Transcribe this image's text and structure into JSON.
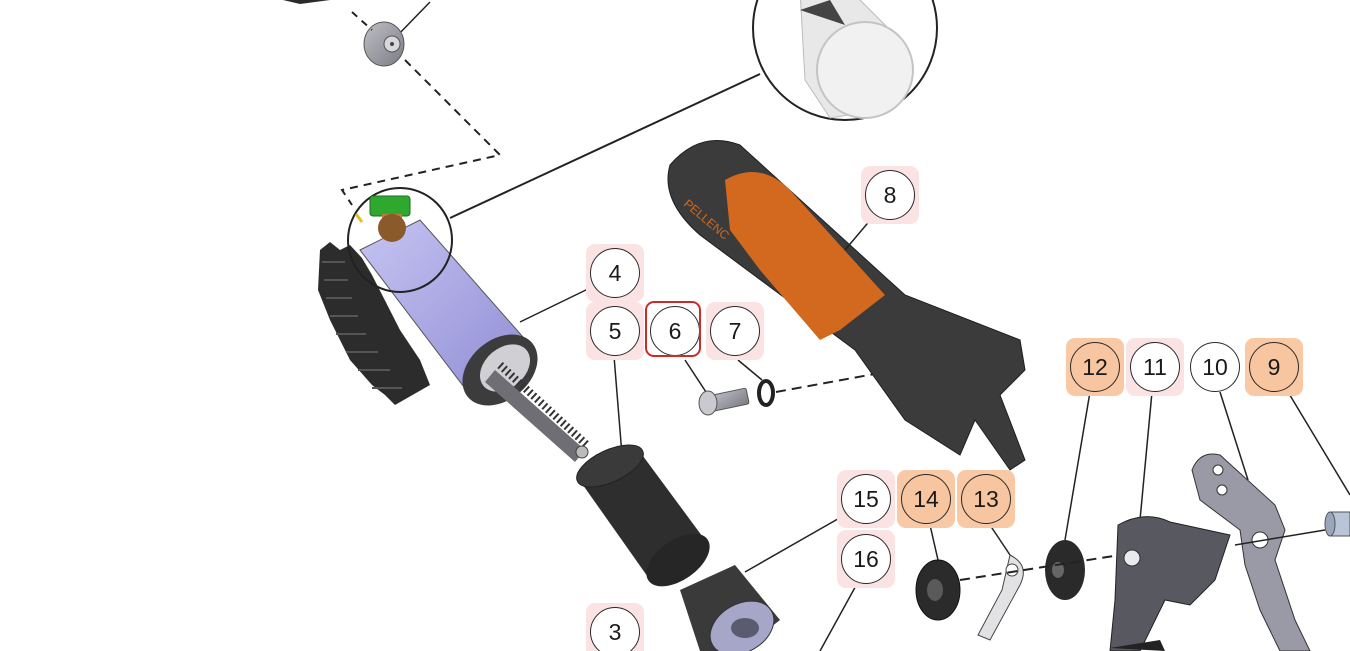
{
  "diagram": {
    "labels": [
      {
        "id": "callout-3",
        "text": "3",
        "style": "pink"
      },
      {
        "id": "callout-4",
        "text": "4",
        "style": "pink"
      },
      {
        "id": "callout-5",
        "text": "5",
        "style": "pink"
      },
      {
        "id": "callout-6",
        "text": "6",
        "style": "plain",
        "selected": true
      },
      {
        "id": "callout-7",
        "text": "7",
        "style": "pink"
      },
      {
        "id": "callout-8",
        "text": "8",
        "style": "pink"
      },
      {
        "id": "callout-9",
        "text": "9",
        "style": "orange"
      },
      {
        "id": "callout-10",
        "text": "10",
        "style": "plain"
      },
      {
        "id": "callout-11",
        "text": "11",
        "style": "pink"
      },
      {
        "id": "callout-12",
        "text": "12",
        "style": "orange"
      },
      {
        "id": "callout-13",
        "text": "13",
        "style": "orange"
      },
      {
        "id": "callout-14",
        "text": "14",
        "style": "orange"
      },
      {
        "id": "callout-15",
        "text": "15",
        "style": "pink"
      },
      {
        "id": "callout-16",
        "text": "16",
        "style": "pink"
      }
    ],
    "colors": {
      "callout_pink": "#fbe3e3",
      "callout_orange": "#f9c9a6",
      "selection": "#cc2b2b",
      "housing_dark": "#3a3a3a",
      "grip_orange": "#d2691e",
      "motor_lavender": "#a9a6e6",
      "pcb_green": "#2fa82f",
      "blade_grey": "#8a8a92"
    }
  }
}
